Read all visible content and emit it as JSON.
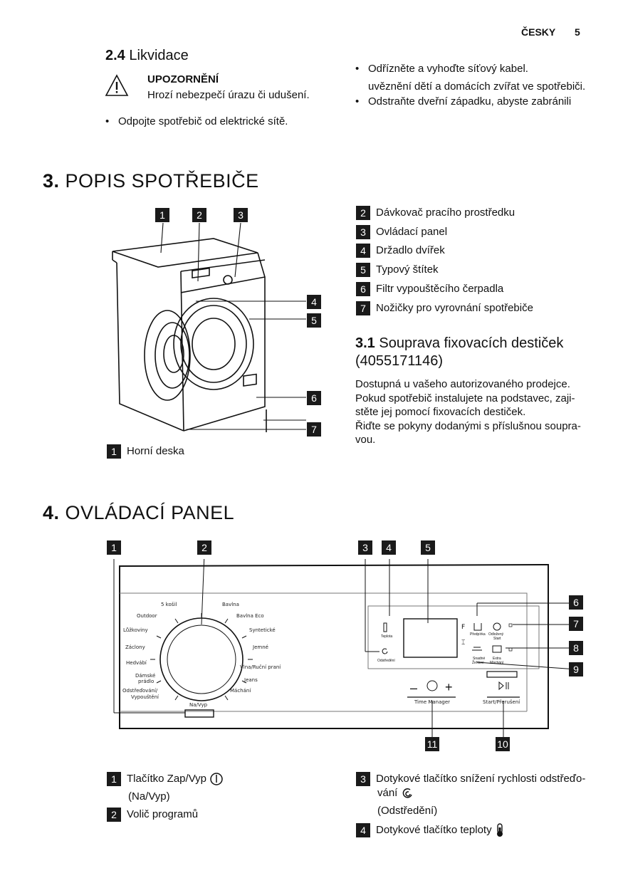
{
  "header": {
    "language": "ČESKY",
    "page_number": "5"
  },
  "s24": {
    "num": "2.4",
    "title": "Likvidace",
    "warning_title": "UPOZORNĚNÍ",
    "warning_text": "Hrozí nebezpečí úrazu či udušení.",
    "bullet_left": "Odpojte spotřebič od elektrické sítě.",
    "bullet_right_1": "Odřízněte a vyhoďte síťový kabel.",
    "bullet_right_2a": "Odstraňte dveřní západku, abyste zabránili",
    "bullet_right_2b": "uvěznění dětí a domácích zvířat ve spotřebiči."
  },
  "s3": {
    "num": "3.",
    "title": "POPIS SPOTŘEBIČE",
    "callouts": [
      "1",
      "2",
      "3",
      "4",
      "5",
      "6",
      "7"
    ],
    "legend": [
      {
        "n": "2",
        "t": "Dávkovač pracího prostředku"
      },
      {
        "n": "3",
        "t": "Ovládací panel"
      },
      {
        "n": "4",
        "t": "Držadlo dvířek"
      },
      {
        "n": "5",
        "t": "Typový štítek"
      },
      {
        "n": "6",
        "t": "Filtr vypouštěcího čerpadla"
      },
      {
        "n": "7",
        "t": "Nožičky pro vyrovnání spotřebiče"
      }
    ],
    "legend_1": {
      "n": "1",
      "t": "Horní deska"
    },
    "s31_num": "3.1",
    "s31_title_a": "Souprava fixovacích destiček",
    "s31_title_b": "(4055171146)",
    "s31_p1": "Dostupná u vašeho autorizovaného prodejce.",
    "s31_p2": "Pokud spotřebič instalujete na podstavec, zaji-",
    "s31_p3": "stěte jej pomocí fixovacích destiček.",
    "s31_p4": "Řiďte se pokyny dodanými s příslušnou soupra-",
    "s31_p5": "vou."
  },
  "s4": {
    "num": "4.",
    "title": "OVLÁDACÍ PANEL",
    "callouts": [
      "1",
      "2",
      "3",
      "4",
      "5",
      "6",
      "7",
      "8",
      "9",
      "10",
      "11"
    ],
    "programs": {
      "p5kosil": "5 košil",
      "bavlna": "Bavlna",
      "outdoor": "Outdoor",
      "bavlnaeco": "Bavlna Eco",
      "luzkoviny": "Lůžkoviny",
      "synteticke": "Syntetické",
      "zaclony": "Záclony",
      "jemne": "Jemné",
      "hedvabi": "Hedvábí",
      "vlna": "Vlna/Ruční praní",
      "damske_a": "Dámské",
      "damske_b": "prádlo",
      "jeans": "Jeans",
      "odstr_a": "Odstřeďování/",
      "odstr_b": "Vypouštění",
      "machani": "Máchání",
      "navyp": "Na/Vyp"
    },
    "panel": {
      "teplota": "Teplota",
      "odstredeni": "Odstředění",
      "predpirka": "Předpírka",
      "odlozeny_a": "Odložený",
      "odlozeny_b": "Start",
      "snadne_a": "Snadné",
      "snadne_b": "Žehlení",
      "extra_a": "Extra",
      "extra_b": "Máchání",
      "minus": "–",
      "plus": "+",
      "timemanager": "Time Manager",
      "start": "Start/Přerušení"
    },
    "legend": [
      {
        "n": "1",
        "t": "Tlačítko Zap/Vyp",
        "t2": "(Na/Vyp)"
      },
      {
        "n": "2",
        "t": "Volič programů"
      },
      {
        "n": "3",
        "t": "Dotykové tlačítko snížení rychlosti odstřeďo-",
        "t1b": "vání",
        "t2": "(Odstředění)"
      },
      {
        "n": "4",
        "t": "Dotykové tlačítko teploty"
      }
    ]
  }
}
